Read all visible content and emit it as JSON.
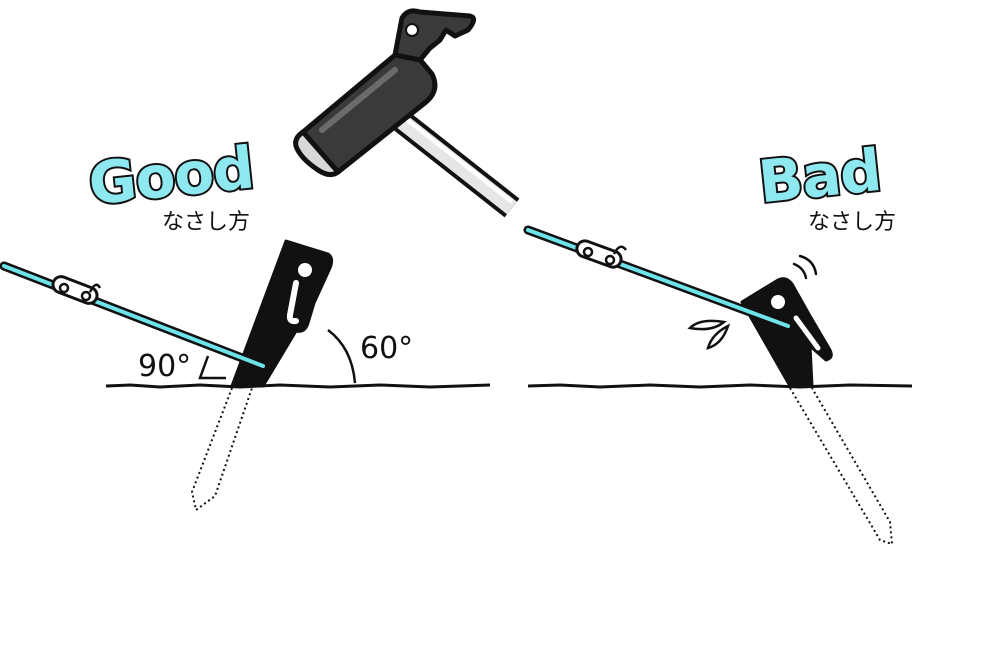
{
  "good": {
    "title": "Good",
    "subtitle": "なさし方",
    "angle_rope": "90°",
    "angle_ground": "60°"
  },
  "bad": {
    "title": "Bad",
    "subtitle": "なさし方"
  },
  "colors": {
    "title_fill": "#8ee8f0",
    "rope": "#6fe3ec",
    "outline": "#111111",
    "hammer_head": "#3a3a3a",
    "hammer_metal": "#d8d8d8"
  }
}
